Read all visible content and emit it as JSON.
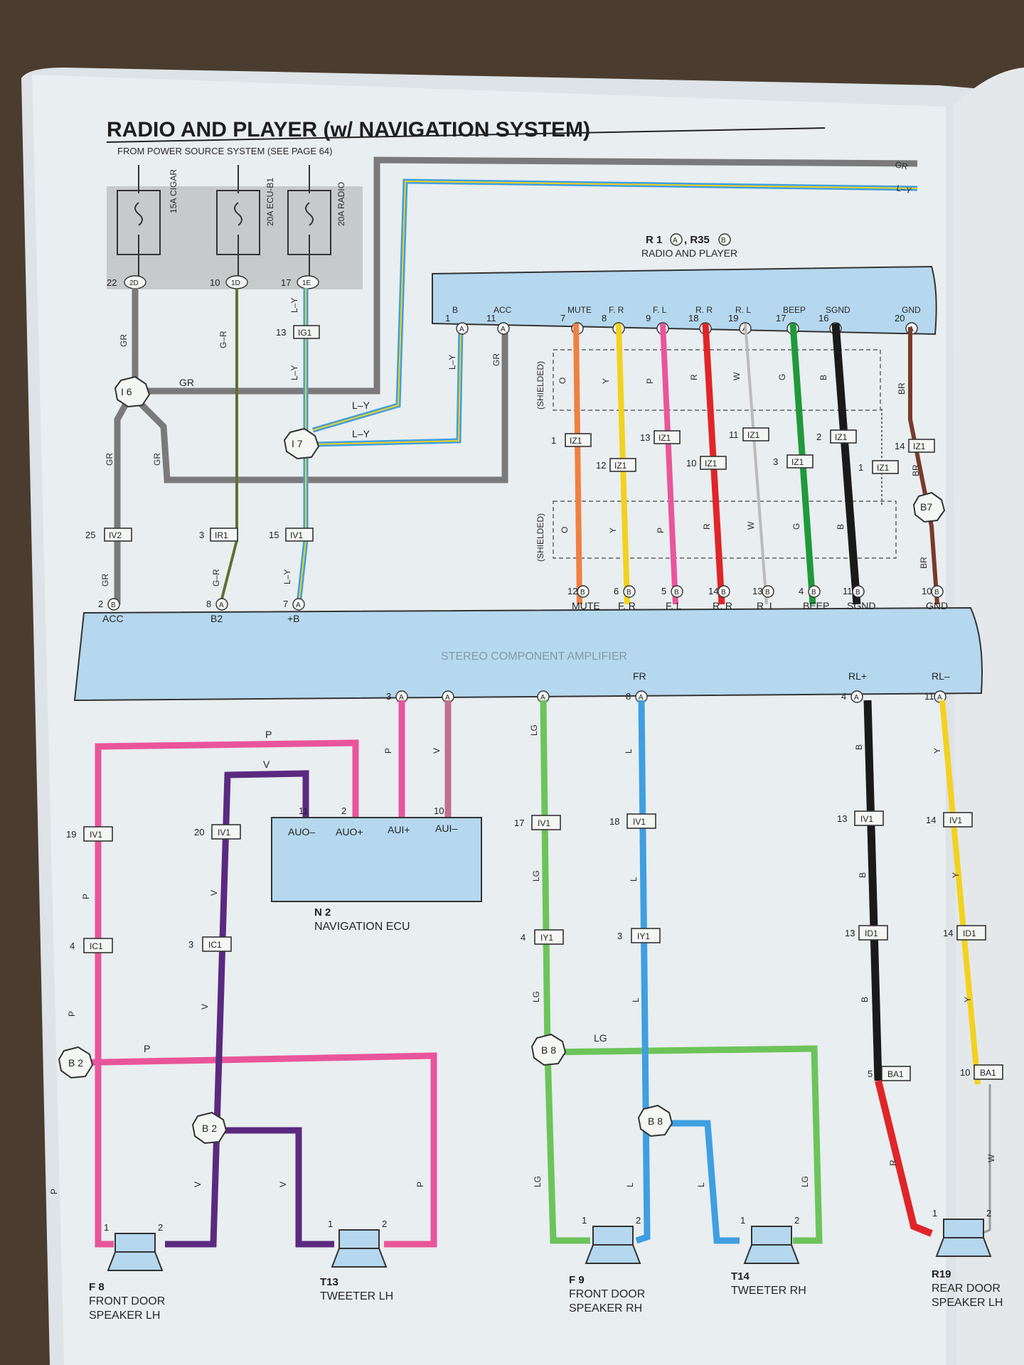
{
  "page": {
    "title": "RADIO AND PLAYER (w/ NAVIGATION SYSTEM)",
    "from_power": "FROM POWER SOURCE SYSTEM (SEE PAGE 64)"
  },
  "fuses": [
    {
      "label": "15A CIGAR",
      "pin": "22",
      "conn": "2D"
    },
    {
      "label": "20A ECU-B1",
      "pin": "10",
      "conn": "1D"
    },
    {
      "label": "20A RADIO",
      "pin": "17",
      "conn": "1E"
    }
  ],
  "radio_unit": {
    "code_prefix": "R 1",
    "code_a": "A",
    "code_sep": ", R35",
    "code_b": "B",
    "name": "RADIO AND PLAYER"
  },
  "radio_pins": [
    {
      "name": "B",
      "num": "1",
      "conn": "A"
    },
    {
      "name": "ACC",
      "num": "11",
      "conn": "A"
    },
    {
      "name": "MUTE",
      "num": "7",
      "conn": "A"
    },
    {
      "name": "F. R",
      "num": "8",
      "conn": "A"
    },
    {
      "name": "F. L",
      "num": "9",
      "conn": "A"
    },
    {
      "name": "R. R",
      "num": "18",
      "conn": "A"
    },
    {
      "name": "R. L",
      "num": "19",
      "conn": "A"
    },
    {
      "name": "BEEP",
      "num": "17",
      "conn": "A"
    },
    {
      "name": "SGND",
      "num": "16",
      "conn": "A"
    },
    {
      "name": "GND",
      "num": "20",
      "conn": "A"
    }
  ],
  "wire_codes": {
    "GR": "GR",
    "L_Y": "L–Y",
    "G_R": "G–R",
    "O": "O",
    "Y": "Y",
    "P": "P",
    "R": "R",
    "W": "W",
    "G": "G",
    "B": "B",
    "BR": "BR",
    "V": "V",
    "LG": "LG",
    "L": "L"
  },
  "shielded": "(SHIELDED)",
  "junctions": {
    "i6": "I 6",
    "i7": "I 7",
    "b7": "B7",
    "b2a": "B 2",
    "b2b": "B 2",
    "b8a": "B 8",
    "b8b": "B 8"
  },
  "iz1": [
    {
      "num": "1",
      "code": "IZ1"
    },
    {
      "num": "12",
      "code": "IZ1"
    },
    {
      "num": "13",
      "code": "IZ1"
    },
    {
      "num": "10",
      "code": "IZ1"
    },
    {
      "num": "11",
      "code": "IZ1"
    },
    {
      "num": "3",
      "code": "IZ1"
    },
    {
      "num": "2",
      "code": "IZ1"
    },
    {
      "num": "1",
      "code": "IZ1"
    },
    {
      "num": "14",
      "code": "IZ1"
    }
  ],
  "ig1": {
    "num": "13",
    "code": "IG1"
  },
  "iv_top": [
    {
      "num": "25",
      "code": "IV2"
    },
    {
      "num": "3",
      "code": "IR1"
    },
    {
      "num": "15",
      "code": "IV1"
    }
  ],
  "amp_pins_top": [
    {
      "name": "ACC",
      "num": "2",
      "conn": "B"
    },
    {
      "name": "B2",
      "num": "8",
      "conn": "A"
    },
    {
      "name": "+B",
      "num": "7",
      "conn": "A"
    },
    {
      "name": "MUTE",
      "num": "12",
      "conn": "B"
    },
    {
      "name": "F. R",
      "num": "6",
      "conn": "B"
    },
    {
      "name": "F. L",
      "num": "5",
      "conn": "B"
    },
    {
      "name": "R. R",
      "num": "14",
      "conn": "B"
    },
    {
      "name": "R. L",
      "num": "13",
      "conn": "B"
    },
    {
      "name": "BEEP",
      "num": "4",
      "conn": "B"
    },
    {
      "name": "SGND",
      "num": "11",
      "conn": "B"
    },
    {
      "name": "GND",
      "num": "10",
      "conn": "B"
    }
  ],
  "amp_name": "STEREO COMPONENT AMPLIFIER",
  "amp_pins_bottom": [
    {
      "name": "",
      "num": "3",
      "conn": "A"
    },
    {
      "name": "",
      "num": "",
      "conn": "A"
    },
    {
      "name": "",
      "num": "",
      "conn": "A"
    },
    {
      "name": "FR",
      "num": "8",
      "conn": "A"
    },
    {
      "name": "RL+",
      "num": "4",
      "conn": "A"
    },
    {
      "name": "RL–",
      "num": "11",
      "conn": "A"
    }
  ],
  "nav": {
    "code": "N 2",
    "name": "NAVIGATION ECU",
    "pins": [
      {
        "name": "AUO–",
        "num": "11"
      },
      {
        "name": "AUO+",
        "num": "2"
      },
      {
        "name": "AUI+",
        "num": ""
      },
      {
        "name": "AUI–",
        "num": "10"
      }
    ]
  },
  "mid_conns": [
    {
      "num": "19",
      "code": "IV1"
    },
    {
      "num": "20",
      "code": "IV1"
    },
    {
      "num": "17",
      "code": "IV1"
    },
    {
      "num": "18",
      "code": "IV1"
    },
    {
      "num": "13",
      "code": "IV1"
    },
    {
      "num": "14",
      "code": "IV1"
    }
  ],
  "low_conns": [
    {
      "num": "4",
      "code": "IC1"
    },
    {
      "num": "3",
      "code": "IC1"
    },
    {
      "num": "4",
      "code": "IY1"
    },
    {
      "num": "3",
      "code": "IY1"
    },
    {
      "num": "13",
      "code": "ID1"
    },
    {
      "num": "14",
      "code": "ID1"
    },
    {
      "num": "5",
      "code": "BA1"
    },
    {
      "num": "10",
      "code": "BA1"
    }
  ],
  "speakers": [
    {
      "code": "F 8",
      "line1": "FRONT DOOR",
      "line2": "SPEAKER LH"
    },
    {
      "code": "T13",
      "line1": "TWEETER LH",
      "line2": ""
    },
    {
      "code": "F 9",
      "line1": "FRONT DOOR",
      "line2": "SPEAKER RH"
    },
    {
      "code": "T14",
      "line1": "TWEETER RH",
      "line2": ""
    },
    {
      "code": "R19",
      "line1": "REAR DOOR",
      "line2": "SPEAKER LH"
    }
  ],
  "speaker_pins": {
    "p1": "1",
    "p2": "2"
  },
  "colors": {
    "paper": "#e9eef0",
    "unit_fill": "#b5d8ee",
    "gray": "#7a7a7a",
    "blue": "#3f9fe0",
    "orange": "#f08040",
    "yellow": "#f2d21e",
    "pink": "#e9559a",
    "red": "#e0252a",
    "green": "#1f9a3a",
    "black": "#1a1a1a",
    "brown": "#7a3a2a",
    "purple": "#5a2a80",
    "light_green": "#6cc45a"
  }
}
